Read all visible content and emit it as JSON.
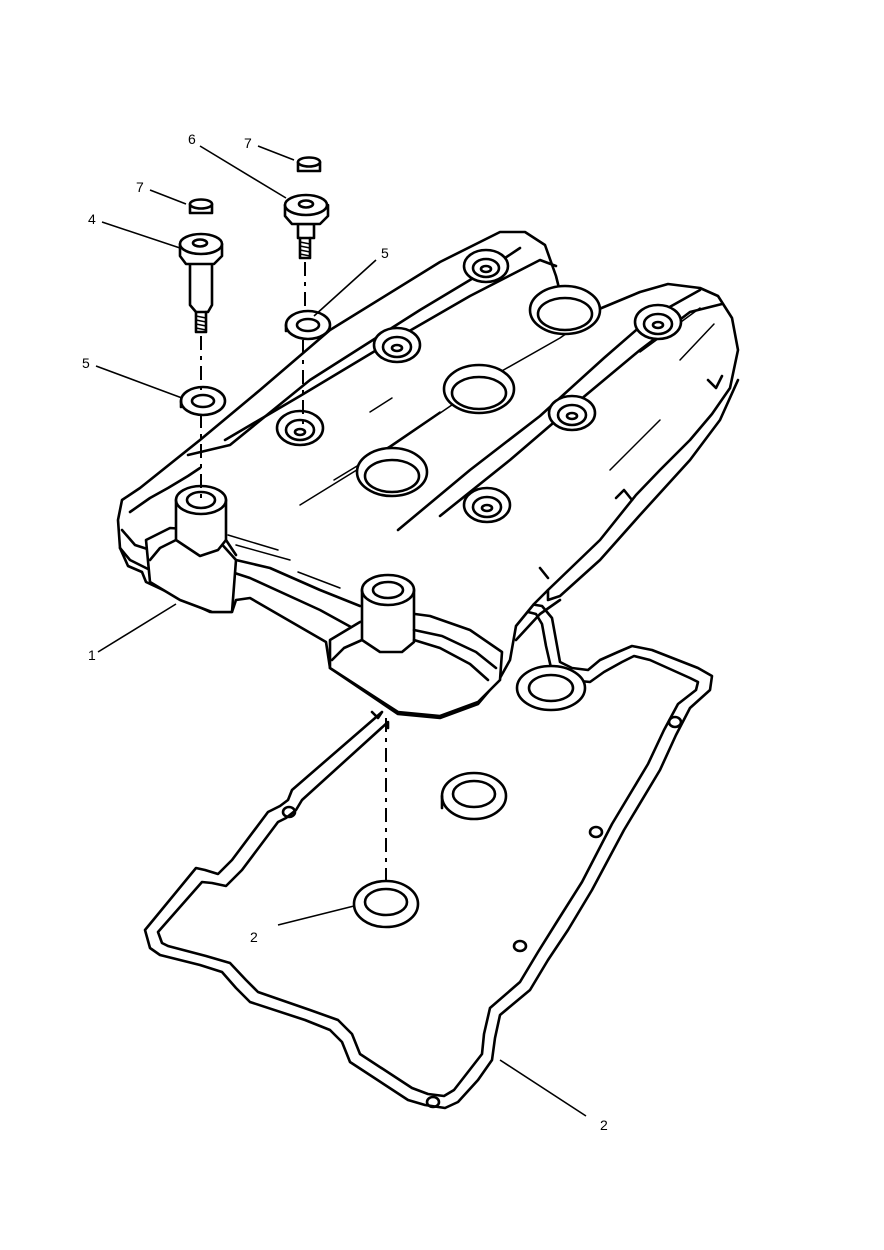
{
  "callouts": [
    {
      "id": "c1",
      "label": "1"
    },
    {
      "id": "c2a",
      "label": "2"
    },
    {
      "id": "c2b",
      "label": "2"
    },
    {
      "id": "c4",
      "label": "4"
    },
    {
      "id": "c5a",
      "label": "5"
    },
    {
      "id": "c5b",
      "label": "5"
    },
    {
      "id": "c6",
      "label": "6"
    },
    {
      "id": "c7a",
      "label": "7"
    },
    {
      "id": "c7b",
      "label": "7"
    }
  ]
}
